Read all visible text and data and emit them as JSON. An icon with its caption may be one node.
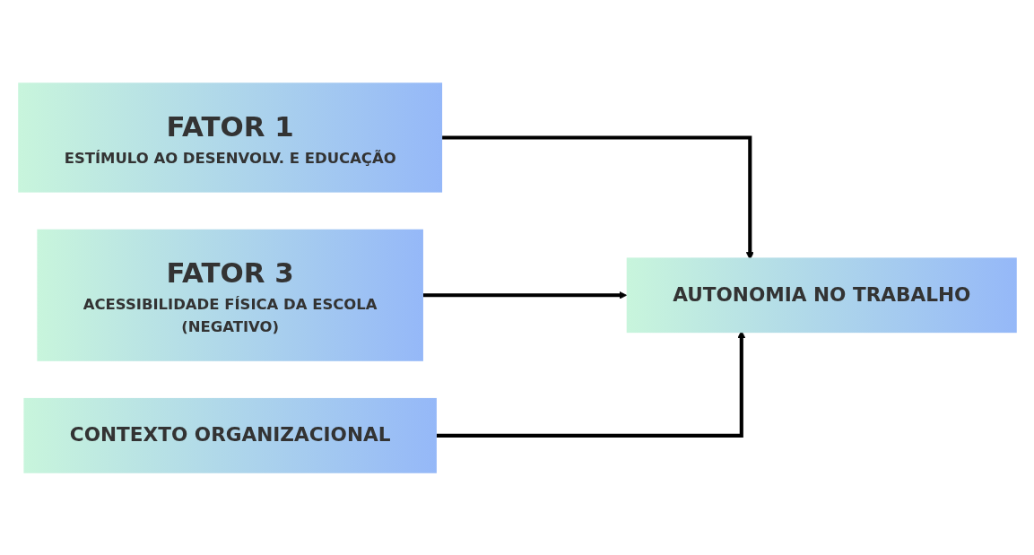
{
  "diagram": {
    "nodes": [
      {
        "text": [
          "FATOR 1",
          "ESTÍMULO AO DESENVOLV. E EDUCAÇÃO"
        ]
      },
      {
        "text": [
          "FATOR 3",
          "ACESSIBILIDADE FÍSICA DA ESCOLA",
          "(NEGATIVO)"
        ]
      },
      {
        "text": [
          "CONTEXTO ORGANIZACIONAL"
        ]
      },
      {
        "text": [
          "AUTONOMIA NO TRABALHO"
        ]
      }
    ],
    "edges": [
      {
        "from": 0,
        "to": 3,
        "arrow": "to"
      },
      {
        "from": 1,
        "to": 3,
        "arrow": "to"
      },
      {
        "from": 2,
        "to": 3,
        "arrow": "to"
      }
    ]
  }
}
